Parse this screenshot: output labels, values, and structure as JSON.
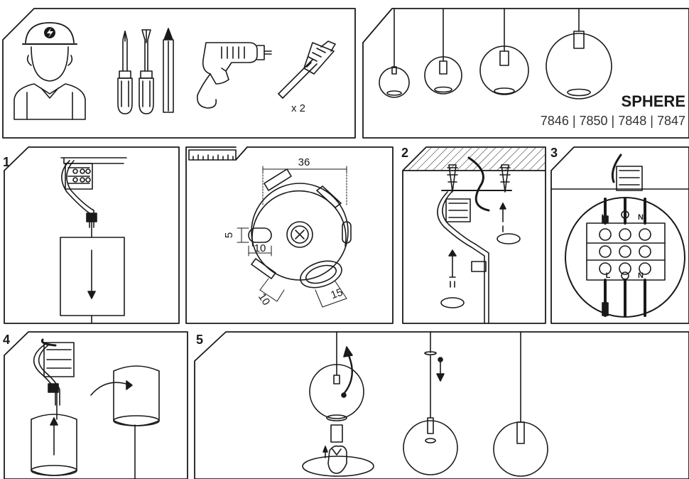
{
  "product": {
    "name": "SPHERE",
    "codes": "7846 | 7850 | 7848 | 7847"
  },
  "tools": {
    "anchor_quantity": "x 2",
    "icons": [
      "electrician-icon",
      "screwdriver-phillips-icon",
      "screwdriver-flat-icon",
      "pencil-icon",
      "drill-icon",
      "wall-anchor-screw-icon"
    ]
  },
  "steps": {
    "s1": "1",
    "s2": "2",
    "s3": "3",
    "s4": "4",
    "s5": "5"
  },
  "mounting_plate": {
    "dim_width": "36",
    "dim_slot_height": "5",
    "dim_slot_width": "10",
    "dim_oval_slot": "15",
    "dim_offset": "10"
  },
  "terminal": {
    "live": "L",
    "neutral": "N"
  },
  "colors": {
    "line": "#1a1a1a",
    "background": "#ffffff"
  }
}
